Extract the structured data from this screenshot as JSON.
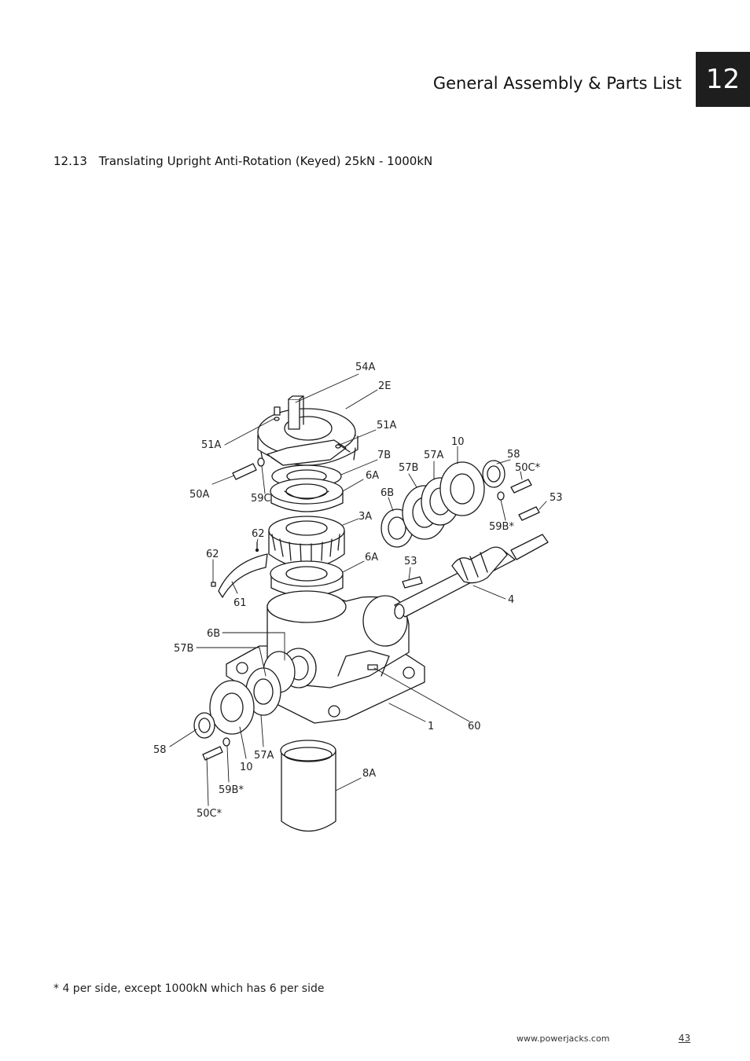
{
  "header": {
    "title": "General Assembly & Parts List",
    "chapter_number": "12"
  },
  "section": {
    "number": "12.13",
    "title": "Translating Upright Anti-Rotation (Keyed) 25kN - 1000kN"
  },
  "diagram": {
    "callouts": {
      "c54A": "54A",
      "c2E": "2E",
      "c51A_r": "51A",
      "c51A_l": "51A",
      "c7B": "7B",
      "c6A_top": "6A",
      "c50A": "50A",
      "c59C": "59C",
      "c3A": "3A",
      "c62_top": "62",
      "c62_left": "62",
      "c6A_mid": "6A",
      "c61": "61",
      "c10_top": "10",
      "c57A_top": "57A",
      "c57B_top": "57B",
      "c58_top": "58",
      "c50C_top": "50C*",
      "c6B_top": "6B",
      "c53_right": "53",
      "c59B_top": "59B*",
      "c53_mid": "53",
      "c4": "4",
      "c6B_left": "6B",
      "c57B_left": "57B",
      "c1": "1",
      "c60": "60",
      "c58_left": "58",
      "c10_bot": "10",
      "c57A_bot": "57A",
      "c8A": "8A",
      "c59B_bot": "59B*",
      "c50C_bot": "50C*"
    }
  },
  "footer": {
    "note": "* 4 per side, except 1000kN which has 6 per side",
    "url": "www.powerjacks.com",
    "page": "43"
  }
}
